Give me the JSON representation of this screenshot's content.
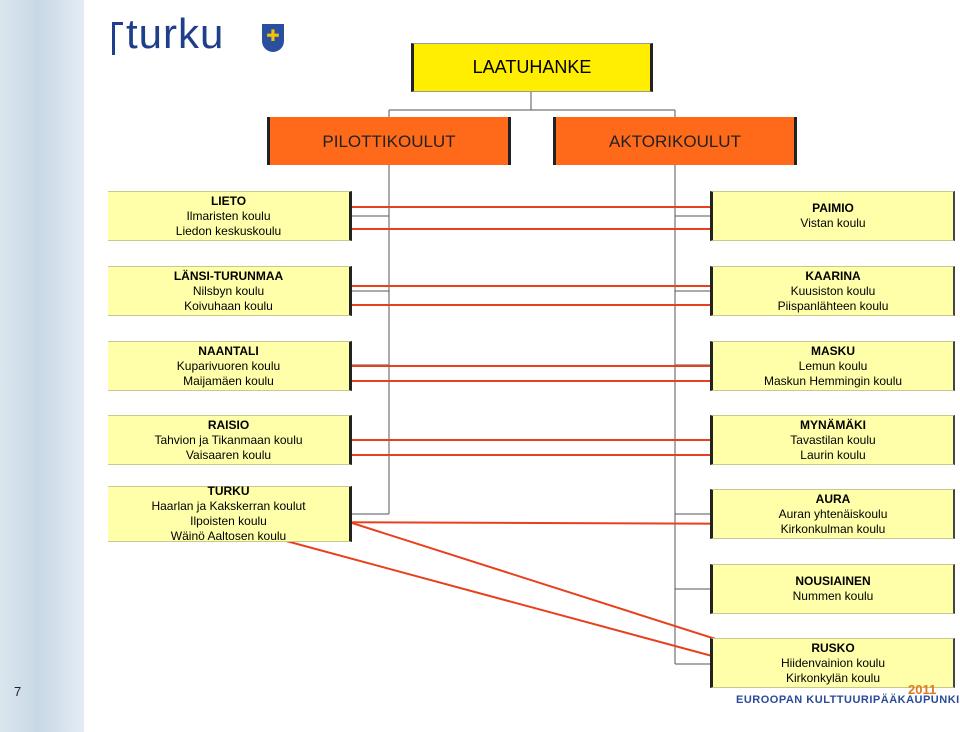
{
  "logo": {
    "text": "turku"
  },
  "title": "LAATUHANKE",
  "categories": {
    "pilot": "PILOTTIKOULUT",
    "actor": "AKTORIKOULUT"
  },
  "pilot_schools": [
    {
      "municipality": "LIETO",
      "schools": [
        "Ilmaristen koulu",
        "Liedon keskuskoulu"
      ]
    },
    {
      "municipality": "LÄNSI-TURUNMAA",
      "schools": [
        "Nilsbyn koulu",
        "Koivuhaan koulu"
      ]
    },
    {
      "municipality": "NAANTALI",
      "schools": [
        "Kuparivuoren koulu",
        "Maijamäen koulu"
      ]
    },
    {
      "municipality": "RAISIO",
      "schools": [
        "Tahvion ja Tikanmaan koulu",
        "Vaisaaren koulu"
      ]
    },
    {
      "municipality": "TURKU",
      "schools": [
        "Haarlan ja Kakskerran koulut",
        "Ilpoisten koulu",
        "Wäinö Aaltosen koulu"
      ]
    }
  ],
  "actor_schools": [
    {
      "municipality": "PAIMIO",
      "schools": [
        "Vistan koulu"
      ]
    },
    {
      "municipality": "KAARINA",
      "schools": [
        "Kuusiston koulu",
        "Piispanlähteen koulu"
      ]
    },
    {
      "municipality": "MASKU",
      "schools": [
        "Lemun koulu",
        "Maskun Hemmingin koulu"
      ]
    },
    {
      "municipality": "MYNÄMÄKI",
      "schools": [
        "Tavastilan koulu",
        "Laurin koulu"
      ]
    },
    {
      "municipality": "AURA",
      "schools": [
        "Auran yhtenäiskoulu",
        "Kirkonkulman koulu"
      ]
    },
    {
      "municipality": "NOUSIAINEN",
      "schools": [
        "Nummen koulu"
      ]
    },
    {
      "municipality": "RUSKO",
      "schools": [
        "Hiidenvainion koulu",
        "Kirkonkylän koulu"
      ]
    }
  ],
  "colors": {
    "arrow": "#e8401c",
    "title_bg": "#ffee00",
    "category_bg": "#ff6a1a",
    "school_bg": "#ffffaa"
  },
  "footer": {
    "page_number": "7",
    "text": "EUROOPAN KULTTUURIPÄÄKAUPUNKI",
    "logo_text": "2011"
  }
}
